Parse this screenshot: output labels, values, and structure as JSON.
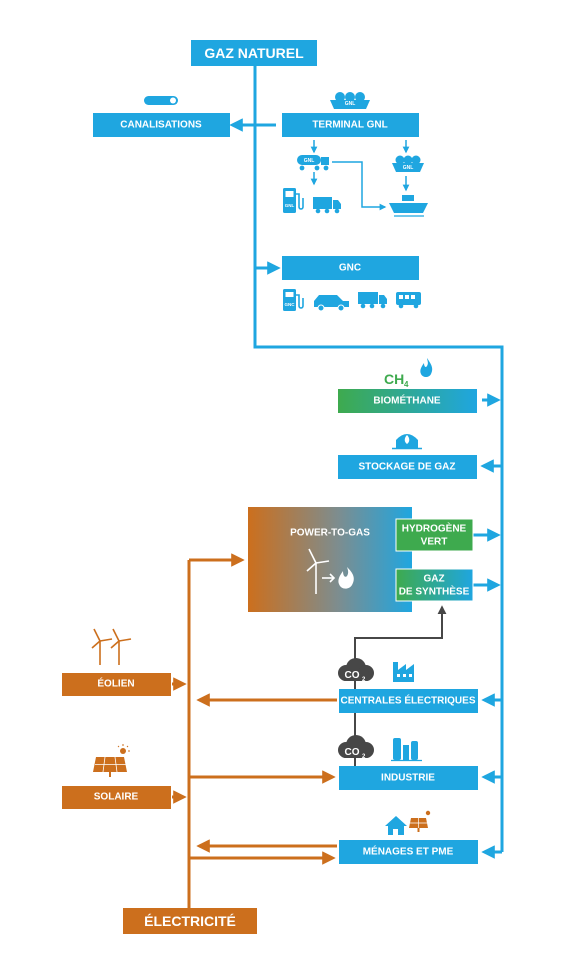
{
  "colors": {
    "gas_blue": "#1fa6e0",
    "electric_orange": "#cc6f1d",
    "green": "#3eaa4e",
    "dark_gray": "#474747",
    "white": "#ffffff"
  },
  "nodes": {
    "gaz_naturel": "GAZ NATUREL",
    "canalisations": "CANALISATIONS",
    "terminal_gnl": "TERMINAL GNL",
    "gnc": "GNC",
    "biomethane": "BIOMÉTHANE",
    "stockage": "STOCKAGE DE GAZ",
    "power_to_gas": "POWER-TO-GAS",
    "hydrogene_line1": "HYDROGÈNE",
    "hydrogene_line2": "VERT",
    "gaz_synthese_line1": "GAZ",
    "gaz_synthese_line2": "DE SYNTHÈSE",
    "eolien": "ÉOLIEN",
    "solaire": "SOLAIRE",
    "centrales": "CENTRALES ÉLECTRIQUES",
    "industrie": "INDUSTRIE",
    "menages": "MÉNAGES ET PME",
    "electricite": "ÉLECTRICITÉ"
  },
  "icon_labels": {
    "gnl": "GNL",
    "gnc": "GNC",
    "ch4": "CH",
    "ch4_sub": "4",
    "co2": "CO",
    "co2_sub": "2"
  },
  "icons": [
    "pipe-icon",
    "lng-tanker-icon",
    "lng-truck-icon",
    "fuel-pump-icon",
    "truck-icon",
    "ship-icon",
    "car-icon",
    "bus-icon",
    "methane-flame-icon",
    "gas-tank-icon",
    "wind-turbine-icon",
    "flame-icon",
    "cloud-icon",
    "factory-icon",
    "industry-icon",
    "house-icon",
    "solar-panel-icon"
  ]
}
